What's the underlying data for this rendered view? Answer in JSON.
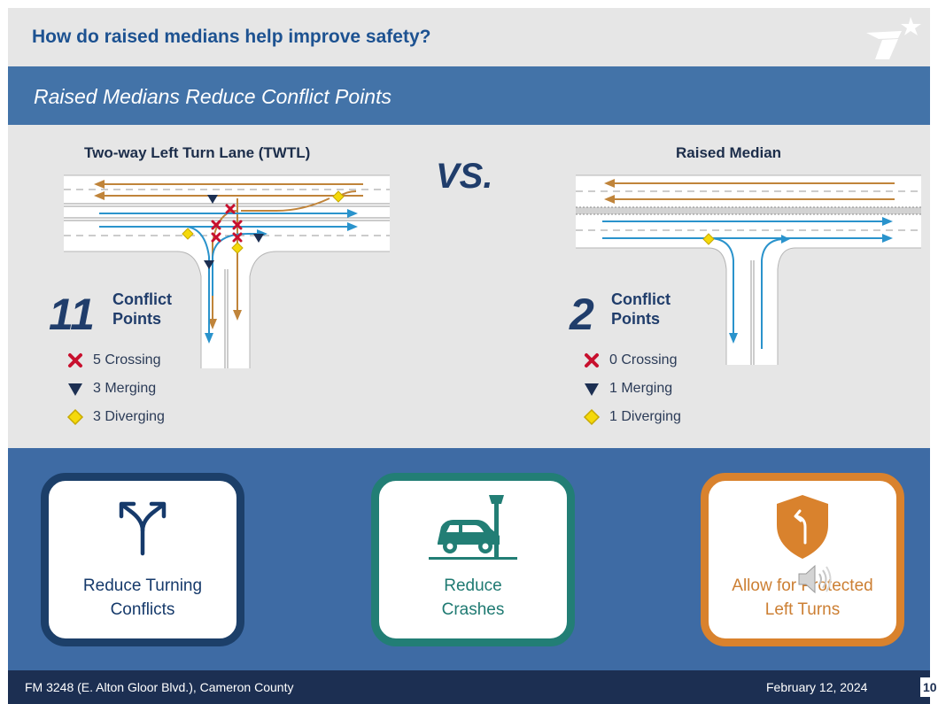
{
  "header": {
    "title": "How do raised medians help improve safety?",
    "logo_icon": "txdot-star-logo"
  },
  "subheader": {
    "title": "Raised Medians Reduce Conflict Points"
  },
  "comparison": {
    "vs_label": "VS.",
    "left": {
      "title": "Two-way Left Turn Lane (TWTL)",
      "count": "11",
      "count_label_line1": "Conflict",
      "count_label_line2": "Points",
      "legend": [
        {
          "icon": "red-x-icon",
          "text": "5 Crossing"
        },
        {
          "icon": "navy-triangle-icon",
          "text": "3 Merging"
        },
        {
          "icon": "yellow-diamond-icon",
          "text": "3 Diverging"
        }
      ]
    },
    "right": {
      "title": "Raised Median",
      "count": "2",
      "count_label_line1": "Conflict",
      "count_label_line2": "Points",
      "legend": [
        {
          "icon": "red-x-icon",
          "text": "0 Crossing"
        },
        {
          "icon": "navy-triangle-icon",
          "text": "1 Merging"
        },
        {
          "icon": "yellow-diamond-icon",
          "text": "1 Diverging"
        }
      ]
    }
  },
  "benefits": [
    {
      "line1": "Reduce Turning",
      "line2": "Conflicts",
      "icon": "split-arrows-icon",
      "color": "#1c3f69"
    },
    {
      "line1": "Reduce",
      "line2": "Crashes",
      "icon": "car-crash-icon",
      "color": "#227e75"
    },
    {
      "line1": "Allow for Protected",
      "line2": "Left Turns",
      "icon": "shield-left-turn-icon",
      "color": "#d9822d"
    }
  ],
  "footer": {
    "project": "FM 3248 (E. Alton Gloor Blvd.), Cameron County",
    "date": "February 12, 2024",
    "page": "10"
  },
  "colors": {
    "title_blue": "#1d5291",
    "subheader_blue": "#4373a8",
    "footer_navy": "#1c2f52",
    "crossing_red": "#c8102e",
    "merging_navy": "#1c2f52",
    "diverging_yellow": "#f5d90a"
  }
}
